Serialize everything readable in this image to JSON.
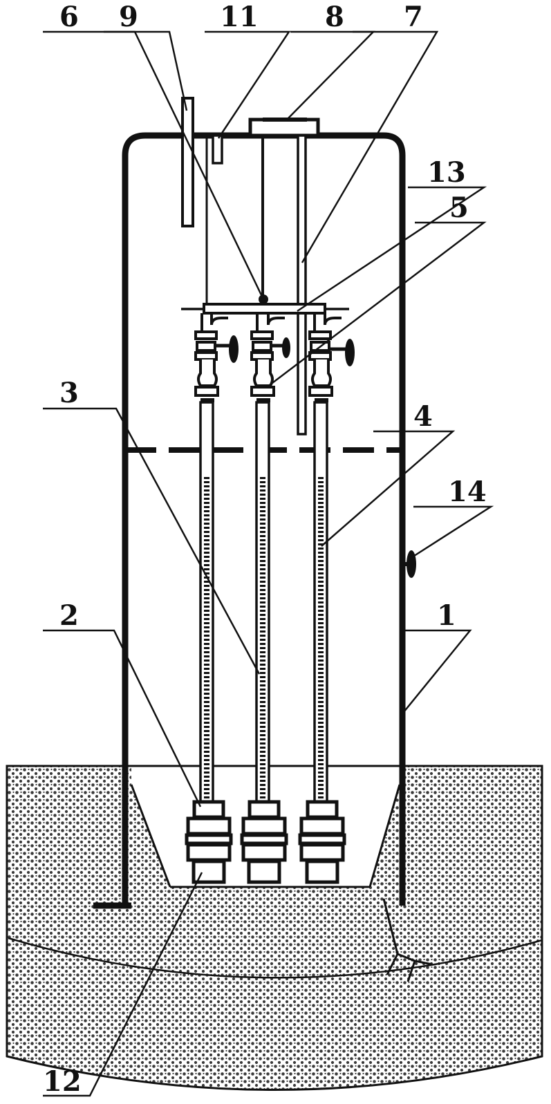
{
  "labels": {
    "l1": "1",
    "l2": "2",
    "l3": "3",
    "l4": "4",
    "l5": "5",
    "l6": "6",
    "l7": "7",
    "l8": "8",
    "l9": "9",
    "l11": "11",
    "l12": "12",
    "l13": "13",
    "l14": "14"
  },
  "colors": {
    "line": "#111111",
    "soil_dot": "#3a3a3a",
    "background": "#ffffff"
  }
}
